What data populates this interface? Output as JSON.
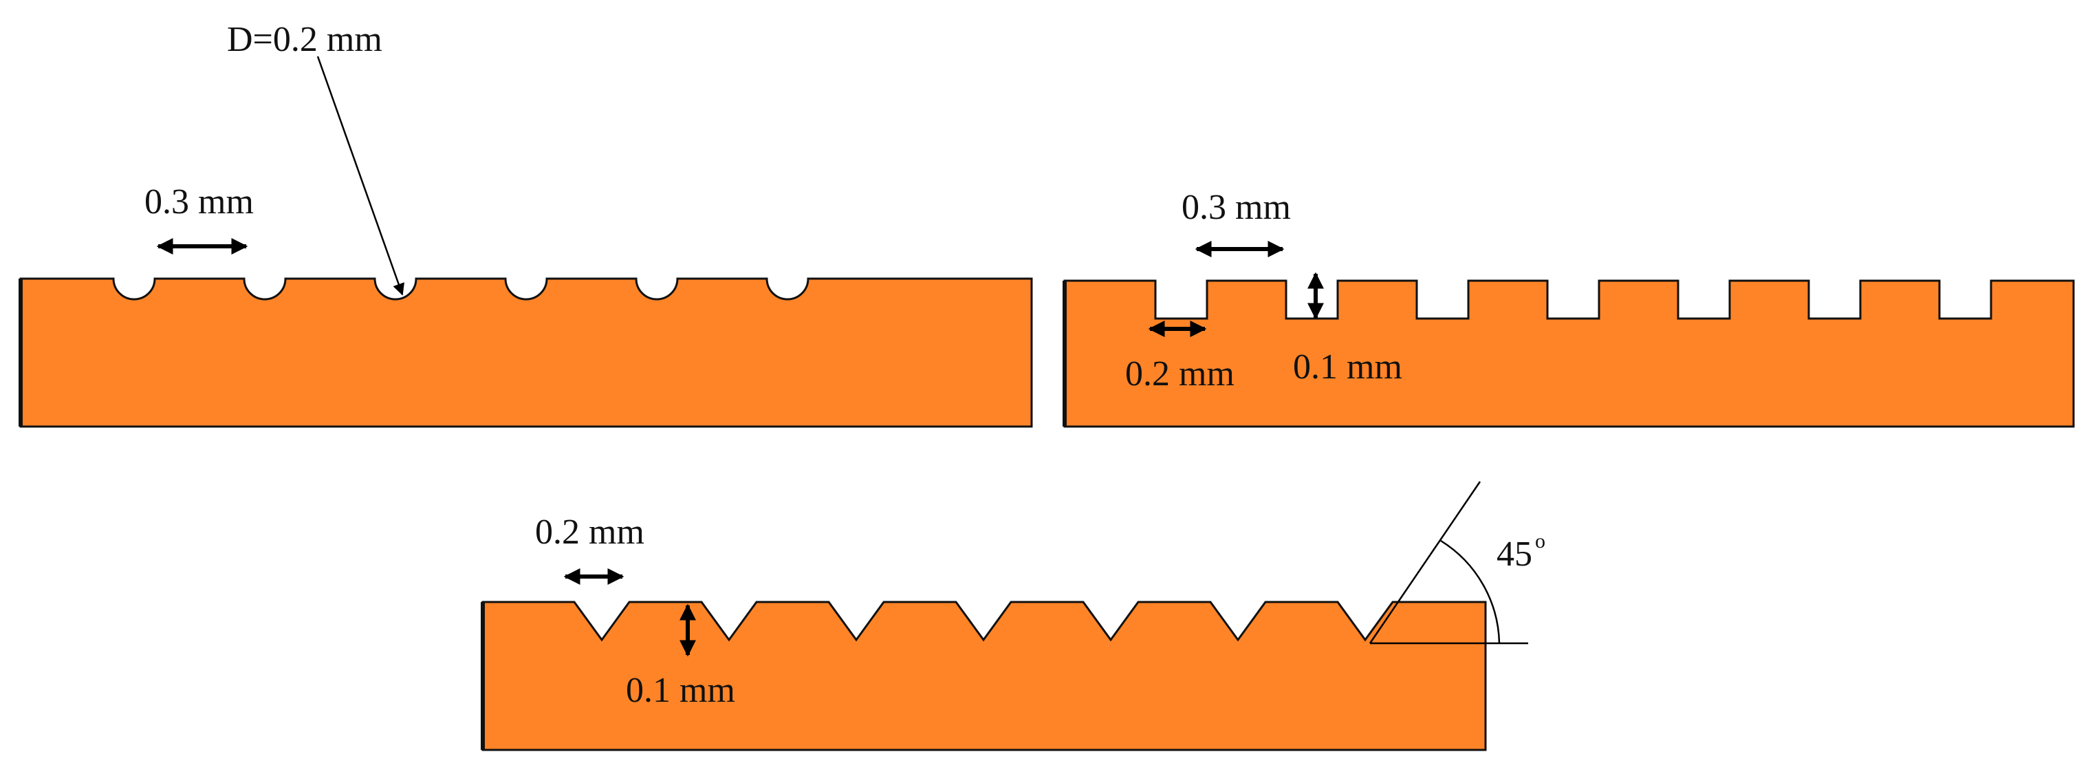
{
  "colors": {
    "material": "#FF8427",
    "outline": "#111111",
    "background": "#FFFFFF"
  },
  "panels": {
    "semicircular": {
      "dia_label": "D=0.2 mm",
      "pitch_label": "0.3 mm",
      "groove_count": 6
    },
    "rectangular": {
      "pitch_label": "0.3 mm",
      "width_label": "0.2 mm",
      "depth_label": "0.1 mm",
      "groove_count": 7
    },
    "triangular": {
      "width_label": "0.2 mm",
      "depth_label": "0.1 mm",
      "angle_label": "45",
      "angle_unit": "o",
      "groove_count": 7
    }
  }
}
